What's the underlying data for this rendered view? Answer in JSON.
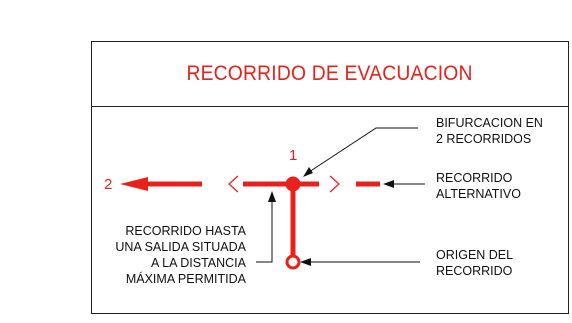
{
  "title": "RECORRIDO DE EVACUACION",
  "labels": {
    "bifurcacion": [
      "BIFURCACION EN",
      "2 RECORRIDOS"
    ],
    "alternativo": [
      "RECORRIDO",
      "ALTERNATIVO"
    ],
    "origen": [
      "ORIGEN DEL",
      "RECORRIDO"
    ],
    "hasta_salida": [
      "RECORRIDO HASTA",
      "UNA SALIDA SITUADA",
      "A LA DISTANCIA",
      "MÁXIMA PERMITIDA"
    ]
  },
  "numbers": {
    "one": "1",
    "two": "2"
  },
  "colors": {
    "route": "#e8211d",
    "line": "#111111"
  }
}
